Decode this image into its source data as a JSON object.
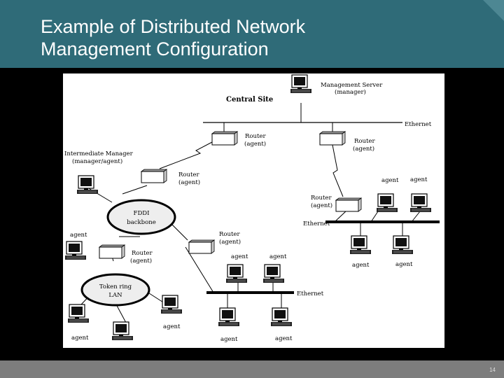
{
  "slide": {
    "title_line1": "Example of Distributed Network",
    "title_line2": "Management Configuration",
    "page_number": "14"
  },
  "diagram": {
    "central_site": "Central Site",
    "mgmt_server": "Management Server",
    "mgmt_server_role": "(manager)",
    "intermediate_manager": "Intermediate Manager",
    "intermediate_manager_role": "(manager/agent)",
    "router": "Router",
    "router_role": "(agent)",
    "router_role_alt": "(agent)",
    "ethernet": "Ethernet",
    "fddi": "FDDI",
    "fddi_sub": "backbone",
    "token_ring": "Token ring",
    "token_ring_sub": "LAN",
    "agent": "agent"
  }
}
